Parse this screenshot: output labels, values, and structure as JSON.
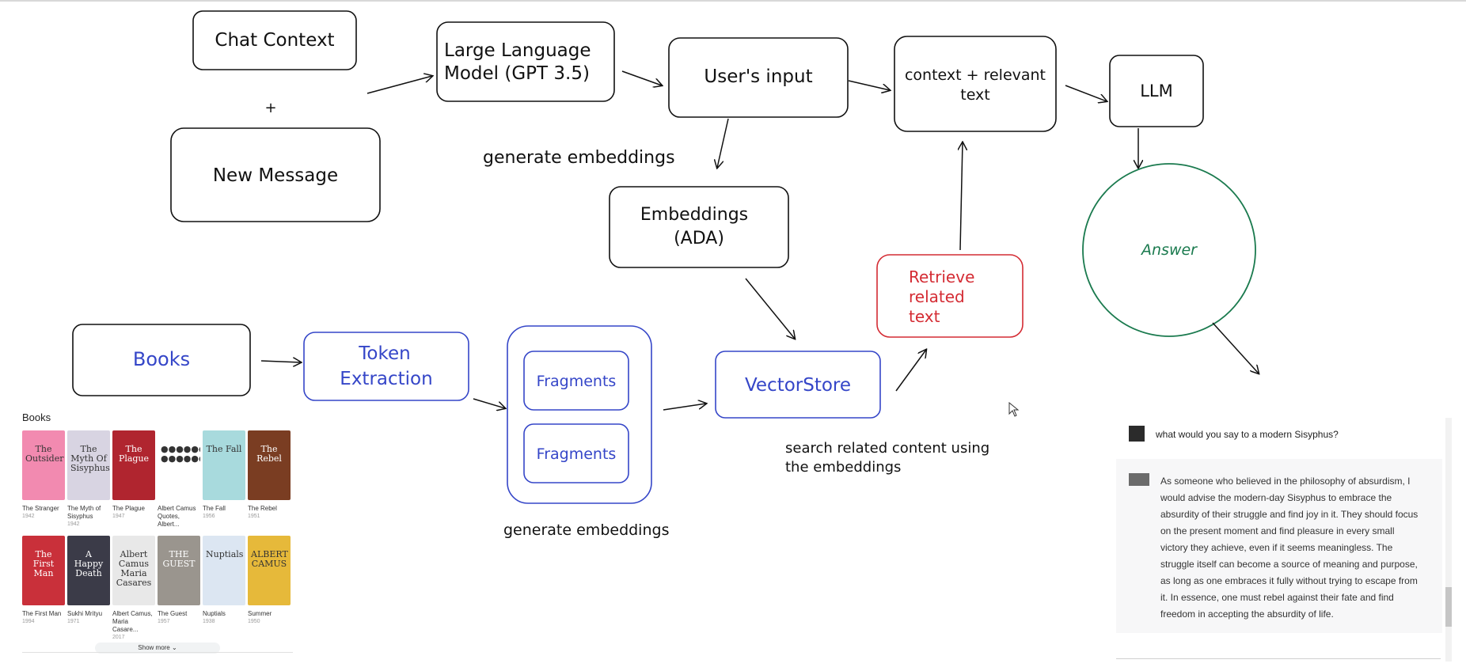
{
  "diagram": {
    "nodes": {
      "chat_context": "Chat Context",
      "plus": "+",
      "new_message": "New Message",
      "llm_gpt_line1": "Large Language",
      "llm_gpt_line2": "Model (GPT 3.5)",
      "users_input": "User's input",
      "context_line1": "context + relevant",
      "context_line2": "text",
      "llm": "LLM",
      "answer": "Answer",
      "embeddings_line1": "Embeddings",
      "embeddings_line2": "(ADA)",
      "retrieve_line1": "Retrieve",
      "retrieve_line2": "related",
      "retrieve_line3": "text",
      "books": "Books",
      "token_line1": "Token",
      "token_line2": "Extraction",
      "fragments_1": "Fragments",
      "fragments_2": "Fragments",
      "vectorstore": "VectorStore"
    },
    "annotations": {
      "generate_embeddings_top": "generate embeddings",
      "generate_embeddings_bottom": "generate embeddings",
      "search_line1": "search related content using",
      "search_line2": "the embeddings"
    },
    "colors": {
      "black": "#111111",
      "blue": "#3546c8",
      "red": "#d42b33",
      "green": "#1a7a4e"
    }
  },
  "books_panel": {
    "title": "Books",
    "items": [
      {
        "title": "The Stranger",
        "year": "1942",
        "cover_text": "The Outsider",
        "cover_color": "#f28ab0"
      },
      {
        "title": "The Myth of Sisyphus",
        "year": "1942",
        "cover_text": "The Myth Of Sisyphus",
        "cover_color": "#d8d4e2"
      },
      {
        "title": "The Plague",
        "year": "1947",
        "cover_text": "The Plague",
        "cover_color": "#b0252f"
      },
      {
        "title": "Albert Camus Quotes, Albert...",
        "year": "",
        "cover_text": "●●●●●● ●●●●●●",
        "cover_color": "#ffffff"
      },
      {
        "title": "The Fall",
        "year": "1956",
        "cover_text": "The Fall",
        "cover_color": "#a8dadd"
      },
      {
        "title": "The Rebel",
        "year": "1951",
        "cover_text": "The Rebel",
        "cover_color": "#7a3d22"
      },
      {
        "title": "The First Man",
        "year": "1994",
        "cover_text": "The First Man",
        "cover_color": "#c9303a"
      },
      {
        "title": "Sukhi Mrityu",
        "year": "1971",
        "cover_text": "A Happy Death",
        "cover_color": "#3b3b48"
      },
      {
        "title": "Albert Camus, Maria Casare...",
        "year": "2017",
        "cover_text": "Albert Camus Maria Casares",
        "cover_color": "#e8e8e8"
      },
      {
        "title": "The Guest",
        "year": "1957",
        "cover_text": "THE GUEST",
        "cover_color": "#9a958e"
      },
      {
        "title": "Nuptials",
        "year": "1938",
        "cover_text": "Nuptials",
        "cover_color": "#dce6f2"
      },
      {
        "title": "Summer",
        "year": "1950",
        "cover_text": "ALBERT CAMUS",
        "cover_color": "#e6b93a"
      }
    ],
    "show_more": "Show more"
  },
  "chat": {
    "question": "what would you say to a modern Sisyphus?",
    "answer": "As someone who believed in the philosophy of absurdism, I would advise the modern-day Sisyphus to embrace the absurdity of their struggle and find joy in it. They should focus on the present moment and find pleasure in every small victory they achieve, even if it seems meaningless. The struggle itself can become a source of meaning and purpose, as long as one embraces it fully without trying to escape from it. In essence, one must rebel against their fate and find freedom in accepting the absurdity of life."
  }
}
